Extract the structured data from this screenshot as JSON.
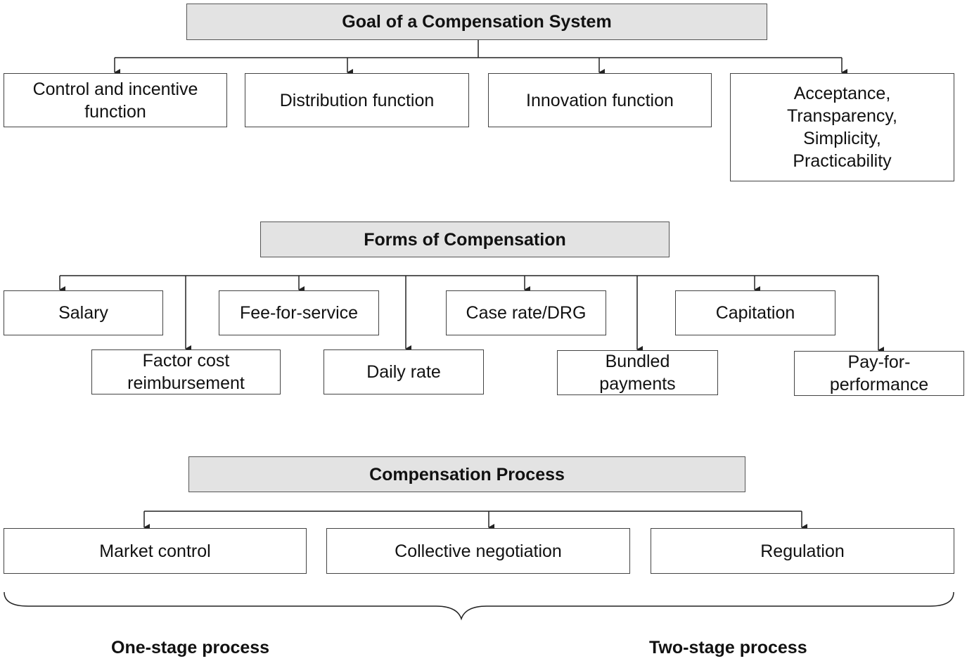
{
  "sections": [
    {
      "heading": "Goal of a Compensation System",
      "items": [
        "Control and incentive\nfunction",
        "Distribution function",
        "Innovation function",
        "Acceptance,\nTransparency,\nSimplicity,\nPracticability"
      ]
    },
    {
      "heading": "Forms of Compensation",
      "items": [
        "Salary",
        "Factor cost\nreimbursement",
        "Fee-for-service",
        "Daily rate",
        "Case rate/DRG",
        "Bundled\npayments",
        "Capitation",
        "Pay-for-\nperformance"
      ]
    },
    {
      "heading": "Compensation Process",
      "items": [
        "Market control",
        "Collective negotiation",
        "Regulation"
      ]
    }
  ],
  "brace_labels": {
    "left": "One-stage process",
    "right": "Two-stage process"
  },
  "colors": {
    "heading_fill": "#e3e3e3",
    "line": "#222222",
    "box_border": "#444444"
  }
}
